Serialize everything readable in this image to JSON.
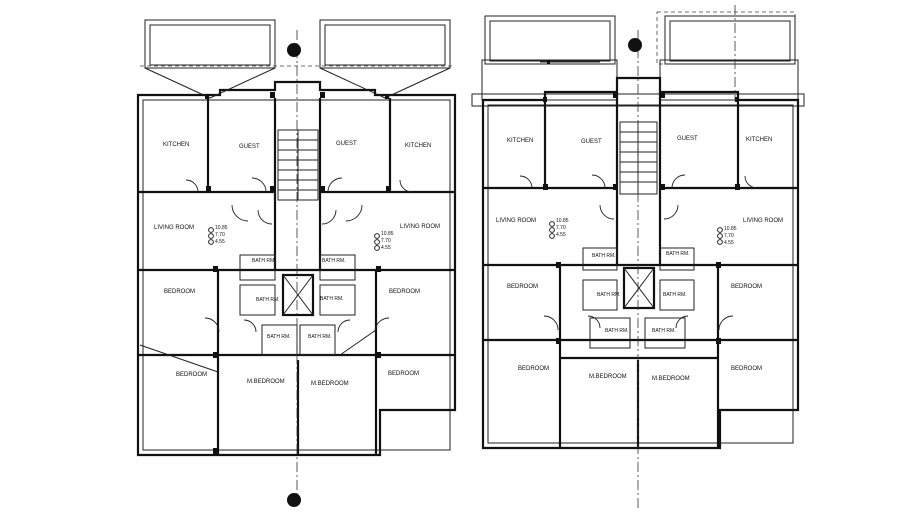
{
  "left_plan": {
    "rooms": {
      "kitchen_left": "KITCHEN",
      "guest_left": "GUEST",
      "guest_right": "GUEST",
      "kitchen_right": "KITCHEN",
      "living_left": "LIVING ROOM",
      "living_right": "LIVING ROOM",
      "bath_1": "BATH RM.",
      "bath_2": "BATH RM.",
      "bath_3": "BATH RM.",
      "bath_4": "BATH RM.",
      "bath_5": "BATH RM.",
      "bath_6": "BATH RM.",
      "bedroom_1": "BEDROOM",
      "bedroom_2": "BEDROOM",
      "bedroom_3": "BEDROOM",
      "bedroom_4": "BEDROOM",
      "mbed_left": "M.BEDROOM",
      "mbed_right": "M.BEDROOM"
    },
    "levels_left": [
      "10.85",
      "7.70",
      "4.55"
    ],
    "levels_right": [
      "10.85",
      "7.70",
      "4.55"
    ]
  },
  "right_plan": {
    "rooms": {
      "kitchen_left": "KITCHEN",
      "guest_left": "GUEST",
      "guest_right": "GUEST",
      "kitchen_right": "KITCHEN",
      "living_left": "LIVING ROOM",
      "living_right": "LIVING ROOM",
      "bath_1": "BATH RM.",
      "bath_2": "BATH RM.",
      "bath_3": "BATH RM.",
      "bath_4": "BATH RM.",
      "bath_5": "BATH RM.",
      "bath_6": "BATH RM.",
      "bedroom_1": "BEDROOM",
      "bedroom_2": "BEDROOM",
      "bedroom_3": "BEDROOM",
      "mbed_left": "M.BEDROOM",
      "mbed_right": "M.BEDROOM"
    },
    "levels_left": [
      "10.85",
      "7.70",
      "4.55"
    ],
    "levels_right": [
      "10.85",
      "7.70",
      "4.55"
    ]
  }
}
